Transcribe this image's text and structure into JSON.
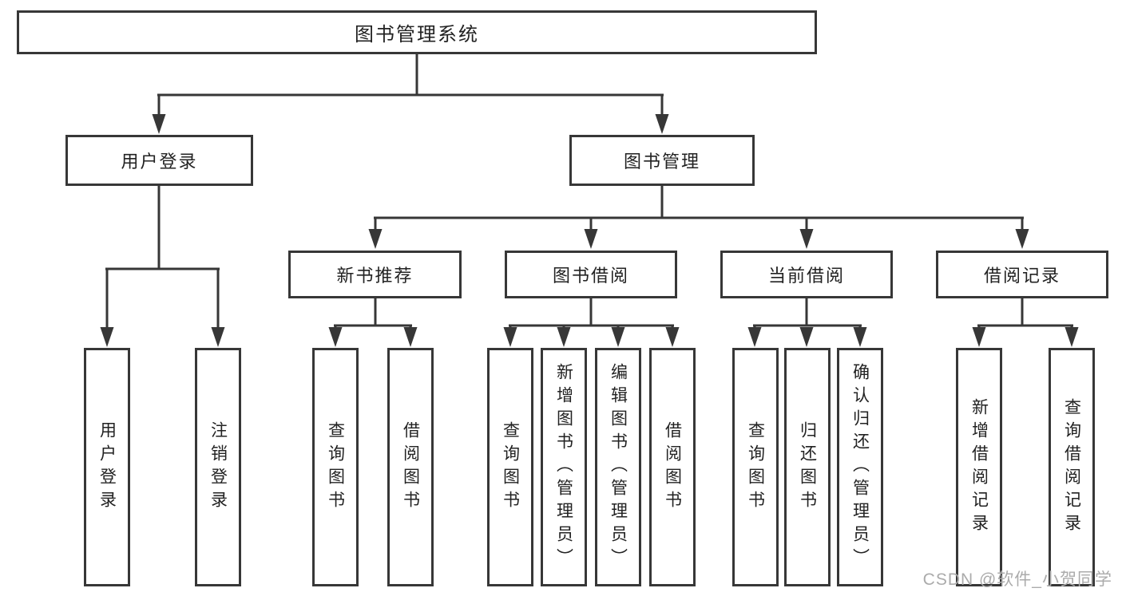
{
  "diagram": {
    "root": {
      "label": "图书管理系统",
      "children": [
        {
          "label": "用户登录",
          "children": [
            {
              "label": "用户登录"
            },
            {
              "label": "注销登录"
            }
          ]
        },
        {
          "label": "图书管理",
          "children": [
            {
              "label": "新书推荐",
              "children": [
                {
                  "label": "查询图书"
                },
                {
                  "label": "借阅图书"
                }
              ]
            },
            {
              "label": "图书借阅",
              "children": [
                {
                  "label": "查询图书"
                },
                {
                  "label": "新增图书（管理员）"
                },
                {
                  "label": "编辑图书（管理员）"
                },
                {
                  "label": "借阅图书"
                }
              ]
            },
            {
              "label": "当前借阅",
              "children": [
                {
                  "label": "查询图书"
                },
                {
                  "label": "归还图书"
                },
                {
                  "label": "确认归还（管理员）"
                }
              ]
            },
            {
              "label": "借阅记录",
              "children": [
                {
                  "label": "新增借阅记录"
                },
                {
                  "label": "查询借阅记录"
                }
              ]
            }
          ]
        }
      ]
    }
  },
  "colors": {
    "line": "#373737",
    "text": "#222222",
    "watermark": "#ababab"
  },
  "watermark": {
    "text": "CSDN @软件_小贺同学"
  }
}
